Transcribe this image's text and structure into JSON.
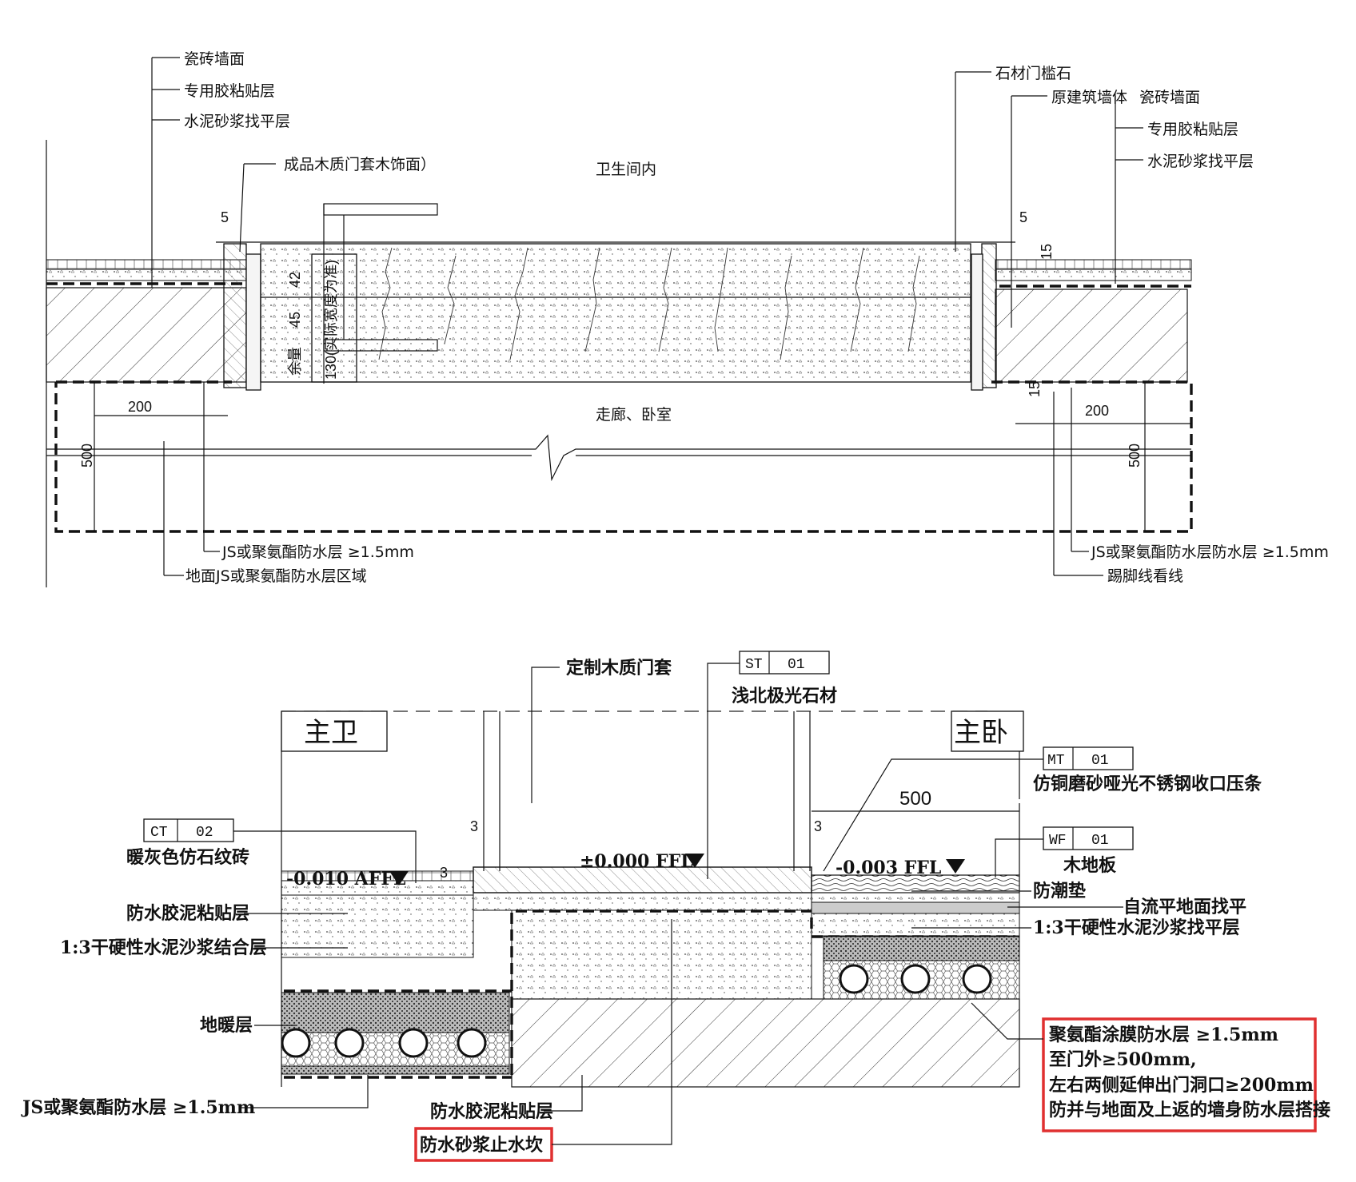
{
  "plan": {
    "left_labels": [
      "瓷砖墙面",
      "专用胶粘贴层",
      "水泥砂浆找平层"
    ],
    "door_casing_label": "成品木质门套木饰面）",
    "room_top": "卫生间内",
    "room_bottom": "走廊、卧室",
    "right_labels": [
      "石材门槛石",
      "原建筑墙体",
      "瓷砖墙面",
      "专用胶粘贴层",
      "水泥砂浆找平层"
    ],
    "dims": {
      "d5_left": "5",
      "d5_right": "5",
      "d42": "42",
      "d45": "45",
      "d_margin": "余量",
      "d130": "130(实际宽度为准)",
      "d200_left": "200",
      "d200_right": "200",
      "d500_left": "500",
      "d500_right": "500",
      "d15_right_top": "15",
      "d15_right_bottom": "15"
    },
    "bottom_left_labels": [
      "JS或聚氨酯防水层 ≥1.5mm",
      "地面JS或聚氨酯防水层区域"
    ],
    "bottom_right_labels": [
      "JS或聚氨酯防水层防水层 ≥1.5mm",
      "踢脚线看线"
    ]
  },
  "section": {
    "door_casing": "定制木质门套",
    "stone_tag": {
      "code": "ST",
      "num": "01",
      "desc": "浅北极光石材"
    },
    "room_left": "主卫",
    "room_right": "主卧",
    "metal_tag": {
      "code": "MT",
      "num": "01",
      "desc": "仿铜磨砂哑光不锈钢收口压条"
    },
    "tile_tag": {
      "code": "CT",
      "num": "02",
      "desc": "暖灰色仿石纹砖"
    },
    "wood_tag": {
      "code": "WF",
      "num": "01",
      "desc": "木地板"
    },
    "dim_500": "500",
    "dim_3a": "3",
    "dim_3b": "3",
    "dim_3c": "3",
    "level_left": "-0.010 AFFL",
    "level_mid": "±0.000 FFL",
    "level_right": "-0.003 FFL",
    "left_layers": [
      "防水胶泥粘贴层",
      "1:3干硬性水泥沙浆结合层",
      "地暖层",
      "JS或聚氨酯防水层 ≥1.5mm"
    ],
    "right_layers": [
      "防潮垫",
      "自流平地面找平",
      "1:3干硬性水泥沙浆找平层"
    ],
    "bottom_mid": [
      "防水胶泥粘贴层",
      "防水砂浆止水坎"
    ],
    "note_box": [
      "聚氨酯涂膜防水层 ≥1.5mm",
      "至门外≥500mm,",
      "左右两侧延伸出门洞口≥200mm",
      "防并与地面及上返的墙身防水层搭接"
    ]
  },
  "colors": {
    "highlight": "#e03030",
    "ink": "#111111"
  }
}
